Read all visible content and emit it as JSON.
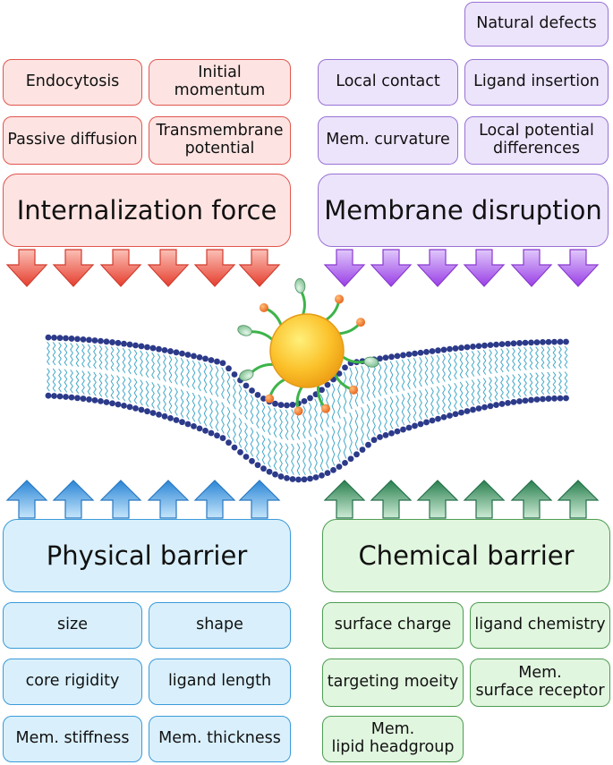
{
  "internalization": {
    "title": "Internalization force",
    "factors": [
      "Endocytosis",
      "Initial\nmomentum",
      "Passive diffusion",
      "Transmembrane\npotential"
    ]
  },
  "disruption": {
    "title": "Membrane disruption",
    "factors": [
      "Natural defects",
      "Local contact",
      "Ligand insertion",
      "Mem. curvature",
      "Local potential\ndifferences"
    ]
  },
  "physical": {
    "title": "Physical barrier",
    "factors": [
      "size",
      "shape",
      "core rigidity",
      "ligand length",
      "Mem. stiffness",
      "Mem. thickness"
    ]
  },
  "chemical": {
    "title": "Chemical barrier",
    "factors": [
      "surface charge",
      "ligand chemistry",
      "targeting moeity",
      "Mem.\nsurface receptor",
      "Mem.\nlipid headgroup"
    ]
  },
  "colors": {
    "internalization": "#e0564e",
    "disruption": "#9b59e0",
    "physical": "#3a8fd8",
    "chemical": "#2e8a58",
    "nanoparticle": "#f6b91c",
    "ligand": "#3db44a",
    "lipid_head": "#2c3a8a",
    "lipid_tail": "#45a9c9"
  }
}
